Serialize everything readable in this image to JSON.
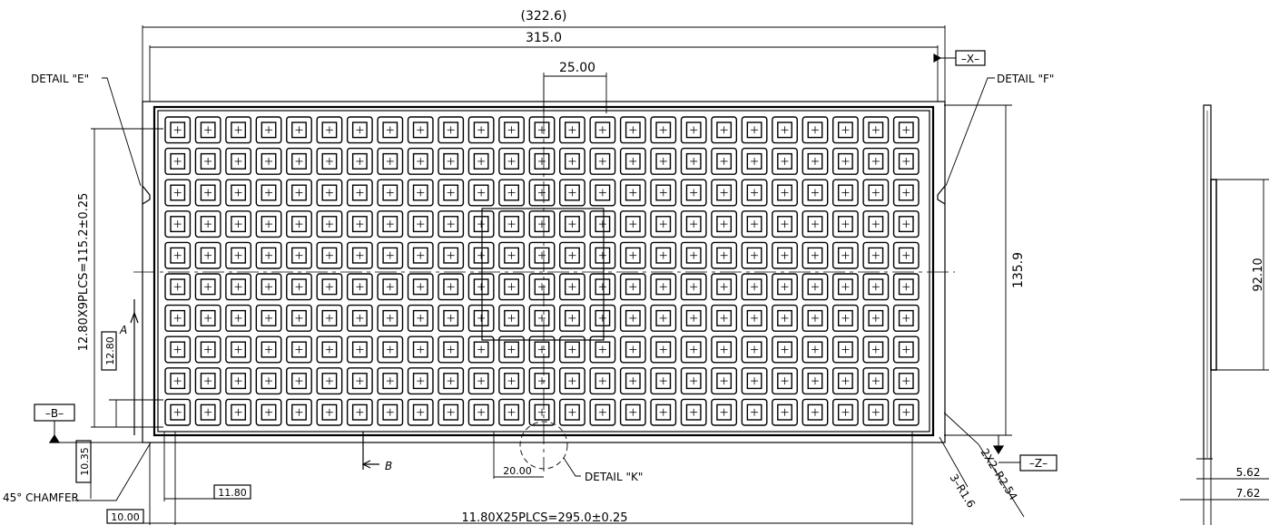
{
  "grid": {
    "columns": 25,
    "rows": 10
  },
  "dimensions": {
    "overall_width": "(322.6)",
    "inner_width": "315.0",
    "pitch_25": "25.00",
    "height_135": "135.9",
    "vertical_pitch": "12.80X9PLCS=115.2±0.25",
    "pitch_1280": "12.80",
    "edge_1035": "10.35",
    "edge_1000": "10.00",
    "pitch_1180": "11.80",
    "pitch_2000": "20.00",
    "horizontal_pitch": "11.80X25PLCS=295.0±0.25",
    "side_height": "92.10",
    "side_562": "5.62",
    "side_762": "7.62"
  },
  "labels": {
    "detail_e": "DETAIL \"E\"",
    "detail_f": "DETAIL \"F\"",
    "detail_k": "DETAIL \"K\"",
    "chamfer": "45° CHAMFER",
    "radius_3": "3–R1.6",
    "radius_2": "2X2–R2.54",
    "section_a": "A",
    "section_b": "B"
  },
  "datums": {
    "x": "–X–",
    "b": "–B–",
    "z": "–Z–"
  }
}
